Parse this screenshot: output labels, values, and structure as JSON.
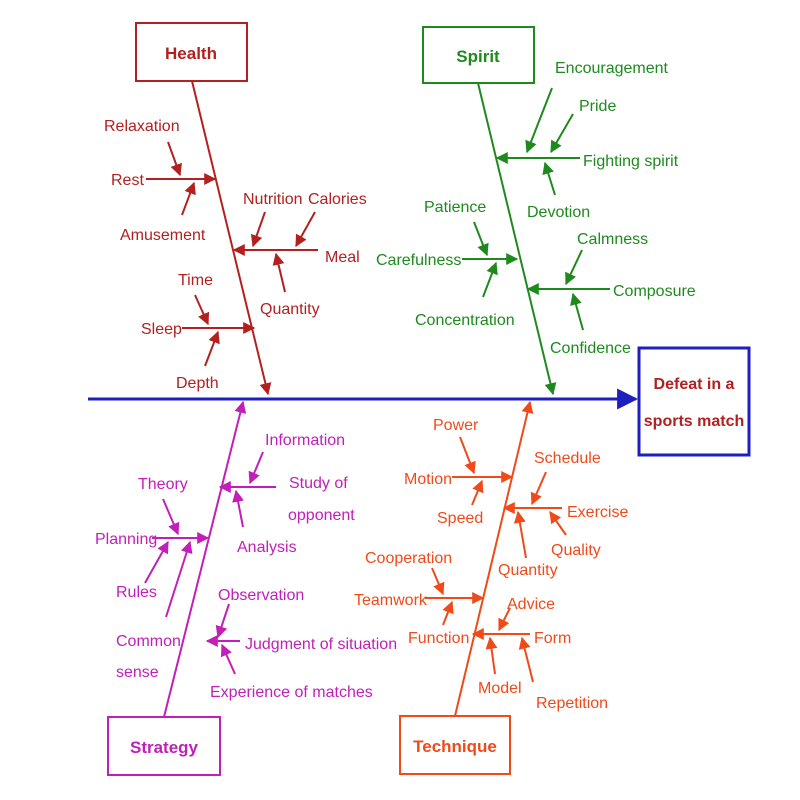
{
  "colors": {
    "spine": "#1f1fbf",
    "health": "#b32020",
    "spirit": "#1e8a1e",
    "strategy": "#c21fb8",
    "technique": "#f04a1a",
    "effect": "#b32020",
    "effect_border": "#1f1fbf"
  },
  "effect": {
    "line1": "Defeat in a",
    "line2": "sports match"
  },
  "categories": {
    "health": "Health",
    "spirit": "Spirit",
    "strategy": "Strategy",
    "technique": "Technique"
  },
  "health": {
    "relaxation": "Relaxation",
    "rest": "Rest",
    "amusement": "Amusement",
    "nutrition": "Nutrition",
    "calories": "Calories",
    "meal": "Meal",
    "quantity": "Quantity",
    "time": "Time",
    "sleep": "Sleep",
    "depth": "Depth"
  },
  "spirit": {
    "encouragement": "Encouragement",
    "pride": "Pride",
    "fighting_spirit": "Fighting  spirit",
    "devotion": "Devotion",
    "patience": "Patience",
    "carefulness": "Carefulness",
    "concentration": "Concentration",
    "calmness": "Calmness",
    "composure": "Composure",
    "confidence": "Confidence"
  },
  "strategy": {
    "information": "Information",
    "study_line1": "Study of",
    "study_line2": "opponent",
    "analysis": "Analysis",
    "theory": "Theory",
    "planning": "Planning",
    "rules": "Rules",
    "common_line1": "Common",
    "common_line2": "sense",
    "observation": "Observation",
    "judgment": "Judgment  of situation",
    "experience": "Experience of matches"
  },
  "technique": {
    "power": "Power",
    "motion": "Motion",
    "speed": "Speed",
    "schedule": "Schedule",
    "exercise": "Exercise",
    "quality": "Quality",
    "quantity": "Quantity",
    "cooperation": "Cooperation",
    "teamwork": "Teamwork",
    "function": "Function",
    "advice": "Advice",
    "form": "Form",
    "model": "Model",
    "repetition": "Repetition"
  }
}
